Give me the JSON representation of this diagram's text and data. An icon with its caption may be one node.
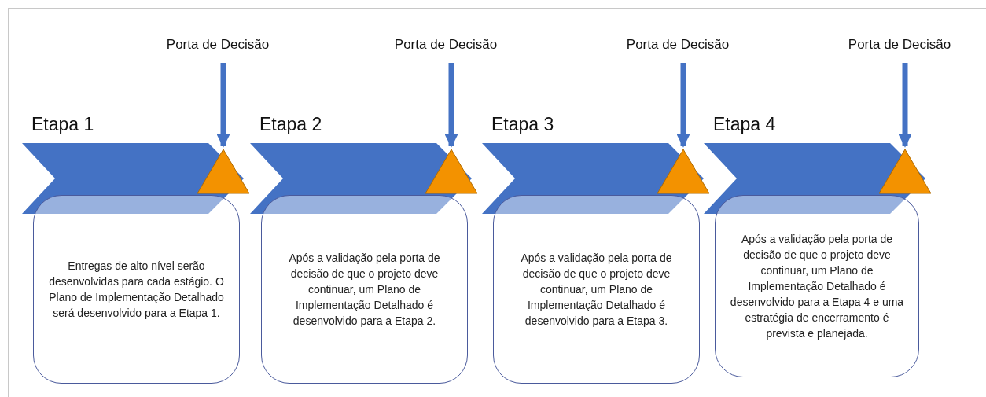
{
  "diagram": {
    "nodes": [
      {
        "text": [
          "Porta de Decisão"
        ]
      },
      {
        "text": [
          "Etapa 1"
        ]
      },
      {
        "text": [],
        "shape": "triangle"
      },
      {
        "text": [
          "Entregas de alto nível serão desenvolvidas para cada estágio. O Plano de Implementação Detalhado será desenvolvido para a Etapa 1."
        ]
      },
      {
        "text": [
          "Porta de Decisão"
        ]
      },
      {
        "text": [
          "Etapa 2"
        ]
      },
      {
        "text": [],
        "shape": "triangle"
      },
      {
        "text": [
          "Após a validação pela porta de decisão de que o projeto deve continuar, um Plano de Implementação Detalhado é desenvolvido para a Etapa 2."
        ]
      },
      {
        "text": [
          "Porta de Decisão"
        ]
      },
      {
        "text": [
          "Etapa 3"
        ]
      },
      {
        "text": [],
        "shape": "triangle"
      },
      {
        "text": [
          "Após a validação pela porta de decisão de que o projeto deve continuar, um Plano de Implementação Detalhado é desenvolvido para a Etapa 3."
        ]
      },
      {
        "text": [
          "Porta de Decisão"
        ]
      },
      {
        "text": [
          "Etapa 4"
        ]
      },
      {
        "text": [],
        "shape": "triangle"
      },
      {
        "text": [
          "Após a validação pela porta de decisão de que o projeto deve continuar, um Plano de Implementação Detalhado é desenvolvido para a Etapa 4 e uma estratégia de encerramento é prevista e planejada."
        ]
      }
    ],
    "edges": [
      {
        "from": 0,
        "to": 2,
        "arrow": "to"
      },
      {
        "from": 4,
        "to": 6,
        "arrow": "to"
      },
      {
        "from": 8,
        "to": 10,
        "arrow": "to"
      },
      {
        "from": 12,
        "to": 14,
        "arrow": "to"
      }
    ]
  }
}
